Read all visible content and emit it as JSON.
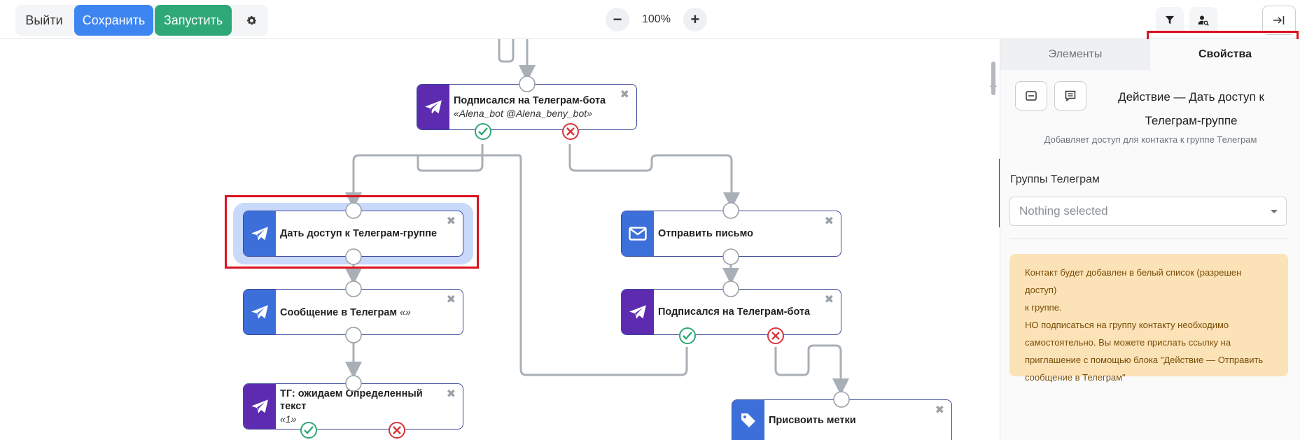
{
  "toolbar": {
    "exit_label": "Выйти",
    "save_label": "Сохранить",
    "run_label": "Запустить",
    "zoom_level": "100%",
    "zoom_out_symbol": "−",
    "zoom_in_symbol": "+",
    "icons": [
      "gear-icon",
      "filter-icon",
      "user-search-icon",
      "collapse-panel-icon"
    ]
  },
  "colors": {
    "save": "#3d85f0",
    "run": "#2ea876",
    "node_purple": "#5c2bb0",
    "node_blue": "#3c6fd9",
    "highlight": "#d9131f",
    "note_bg": "#fbe2b7"
  },
  "nodes": [
    {
      "id": "subscribed-bot-1",
      "title": "Подписался на Телеграм-бота",
      "subtitle": "«Alena_bot @Alena_beny_bot»",
      "icon": "telegram-icon",
      "color": "purple"
    },
    {
      "id": "grant-group",
      "title": "Дать доступ к Телеграм-группе",
      "subtitle": "",
      "icon": "telegram-icon",
      "color": "blue",
      "selected": true
    },
    {
      "id": "send-email",
      "title": "Отправить письмо",
      "subtitle": "",
      "icon": "envelope-icon",
      "color": "blue"
    },
    {
      "id": "tg-message",
      "title": "Сообщение в Телеграм",
      "subtitle": "«»",
      "icon": "telegram-icon",
      "color": "blue"
    },
    {
      "id": "subscribed-bot-2",
      "title": "Подписался на Телеграм-бота",
      "subtitle": "",
      "icon": "telegram-icon",
      "color": "purple"
    },
    {
      "id": "tg-wait-text",
      "title": "ТГ: ожидаем Определенный текст",
      "subtitle": "«1»",
      "icon": "telegram-icon",
      "color": "purple"
    },
    {
      "id": "assign-tags",
      "title": "Присвоить метки",
      "subtitle": "",
      "icon": "tag-icon",
      "color": "blue"
    }
  ],
  "panel": {
    "tabs": [
      {
        "label": "Элементы",
        "active": false
      },
      {
        "label": "Свойства",
        "active": true
      }
    ],
    "title": "Действие — Дать доступ к Телеграм-группе",
    "description": "Добавляет доступ для контакта к группе Телеграм",
    "field_label": "Группы Телеграм",
    "select_placeholder": "Nothing selected",
    "note_lines": [
      "Контакт будет добавлен в белый список (разрешен доступ)",
      "к группе.",
      "НО подписаться на группу контакту необходимо",
      "самостоятельно. Вы можете прислать ссылку на",
      "приглашение с помощью блока \"Действие — Отправить",
      "сообщение в Телеграм\""
    ]
  }
}
